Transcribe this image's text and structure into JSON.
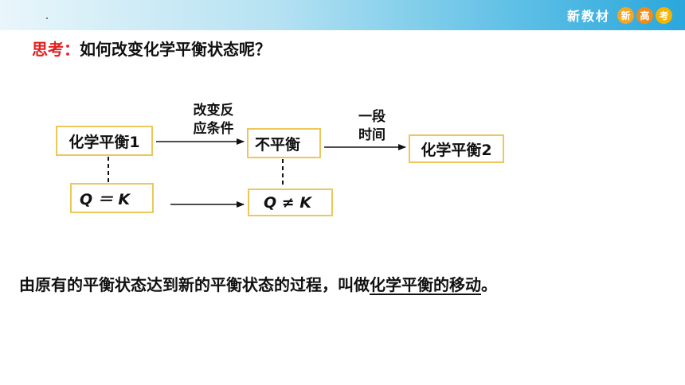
{
  "header": {
    "brand_text": "新教材",
    "badges": [
      "新",
      "高",
      "考"
    ]
  },
  "title": {
    "label": "思考：",
    "question": "如何改变化学平衡状态呢？"
  },
  "diagram": {
    "box_equilibrium1": "化学平衡1",
    "box_not_equilibrium": "不平衡",
    "box_equilibrium2": "化学平衡2",
    "box_q_equals_k": "Q ＝ K",
    "box_q_not_equals_k": "Q ≠ K",
    "arrow1_label_line1": "改变反",
    "arrow1_label_line2": "应条件",
    "arrow2_label_line1": "一段",
    "arrow2_label_line2": "时间"
  },
  "conclusion": {
    "text": "由原有的平衡状态达到新的平衡状态的过程，叫做",
    "underlined": "化学平衡的移动",
    "end": "。"
  },
  "colors": {
    "accent_red": "#e02020",
    "box_border": "#ecc75a",
    "header_blue": "#2aa7dc"
  }
}
